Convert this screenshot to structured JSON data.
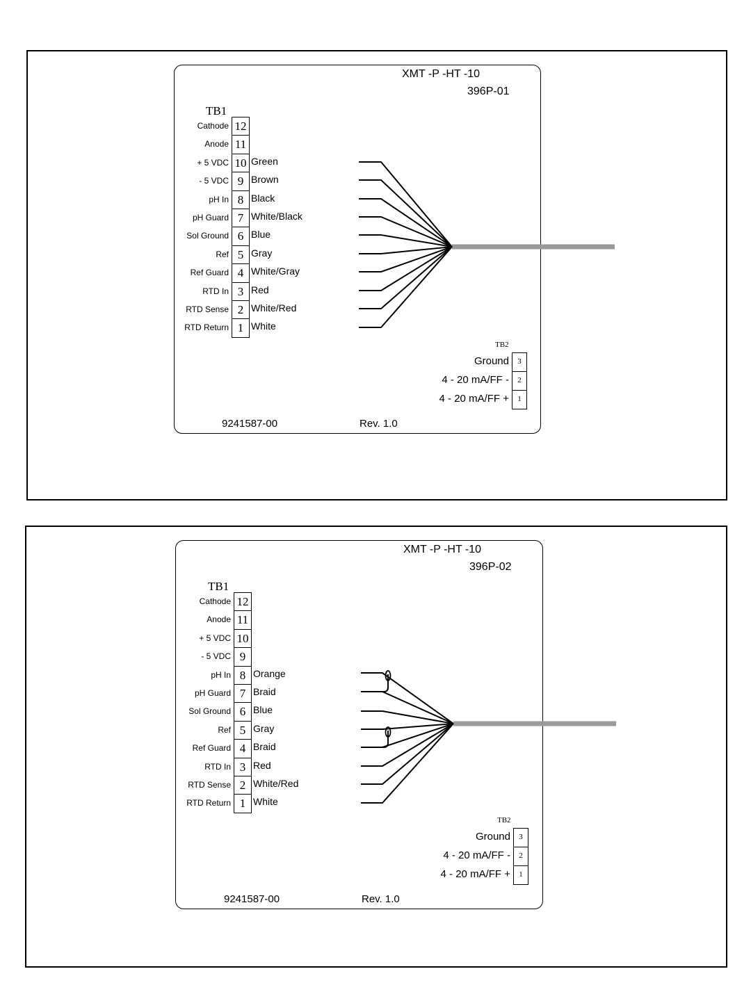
{
  "panels": [
    {
      "model": "XMT  -P   -HT  -10",
      "code": "396P-01",
      "tb1": {
        "title": "TB1",
        "terminals": [
          {
            "num": "12",
            "label": "Cathode",
            "color": ""
          },
          {
            "num": "11",
            "label": "Anode",
            "color": ""
          },
          {
            "num": "10",
            "label": "+ 5 VDC",
            "color": "Green"
          },
          {
            "num": "9",
            "label": "- 5 VDC",
            "color": "Brown"
          },
          {
            "num": "8",
            "label": "pH In",
            "color": "Black"
          },
          {
            "num": "7",
            "label": "pH Guard",
            "color": "White/Black"
          },
          {
            "num": "6",
            "label": "Sol Ground",
            "color": "Blue"
          },
          {
            "num": "5",
            "label": "Ref",
            "color": "Gray"
          },
          {
            "num": "4",
            "label": "Ref Guard",
            "color": "White/Gray"
          },
          {
            "num": "3",
            "label": "RTD In",
            "color": "Red"
          },
          {
            "num": "2",
            "label": "RTD Sense",
            "color": "White/Red"
          },
          {
            "num": "1",
            "label": "RTD Return",
            "color": "White"
          }
        ]
      },
      "tb2": {
        "title": "TB2",
        "terminals": [
          {
            "num": "3",
            "label": "Ground"
          },
          {
            "num": "2",
            "label": "4 - 20 mA/FF -"
          },
          {
            "num": "1",
            "label": "4 - 20 mA/FF +"
          }
        ]
      },
      "part_number": "9241587-00",
      "revision": "Rev. 1.0"
    },
    {
      "model": "XMT  -P   -HT  -10",
      "code": "396P-02",
      "tb1": {
        "title": "TB1",
        "terminals": [
          {
            "num": "12",
            "label": "Cathode",
            "color": ""
          },
          {
            "num": "11",
            "label": "Anode",
            "color": ""
          },
          {
            "num": "10",
            "label": "+ 5 VDC",
            "color": ""
          },
          {
            "num": "9",
            "label": "- 5 VDC",
            "color": ""
          },
          {
            "num": "8",
            "label": "pH In",
            "color": "Orange"
          },
          {
            "num": "7",
            "label": "pH Guard",
            "color": "Braid"
          },
          {
            "num": "6",
            "label": "Sol Ground",
            "color": "Blue"
          },
          {
            "num": "5",
            "label": "Ref",
            "color": "Gray"
          },
          {
            "num": "4",
            "label": "Ref Guard",
            "color": "Braid"
          },
          {
            "num": "3",
            "label": "RTD In",
            "color": "Red"
          },
          {
            "num": "2",
            "label": "RTD Sense",
            "color": "White/Red"
          },
          {
            "num": "1",
            "label": "RTD Return",
            "color": "White"
          }
        ]
      },
      "tb2": {
        "title": "TB2",
        "terminals": [
          {
            "num": "3",
            "label": "Ground"
          },
          {
            "num": "2",
            "label": "4 - 20 mA/FF -"
          },
          {
            "num": "1",
            "label": "4 - 20 mA/FF +"
          }
        ]
      },
      "part_number": "9241587-00",
      "revision": "Rev. 1.0"
    }
  ],
  "colors": {
    "cable": "#9a9a9a",
    "line": "#000000"
  }
}
